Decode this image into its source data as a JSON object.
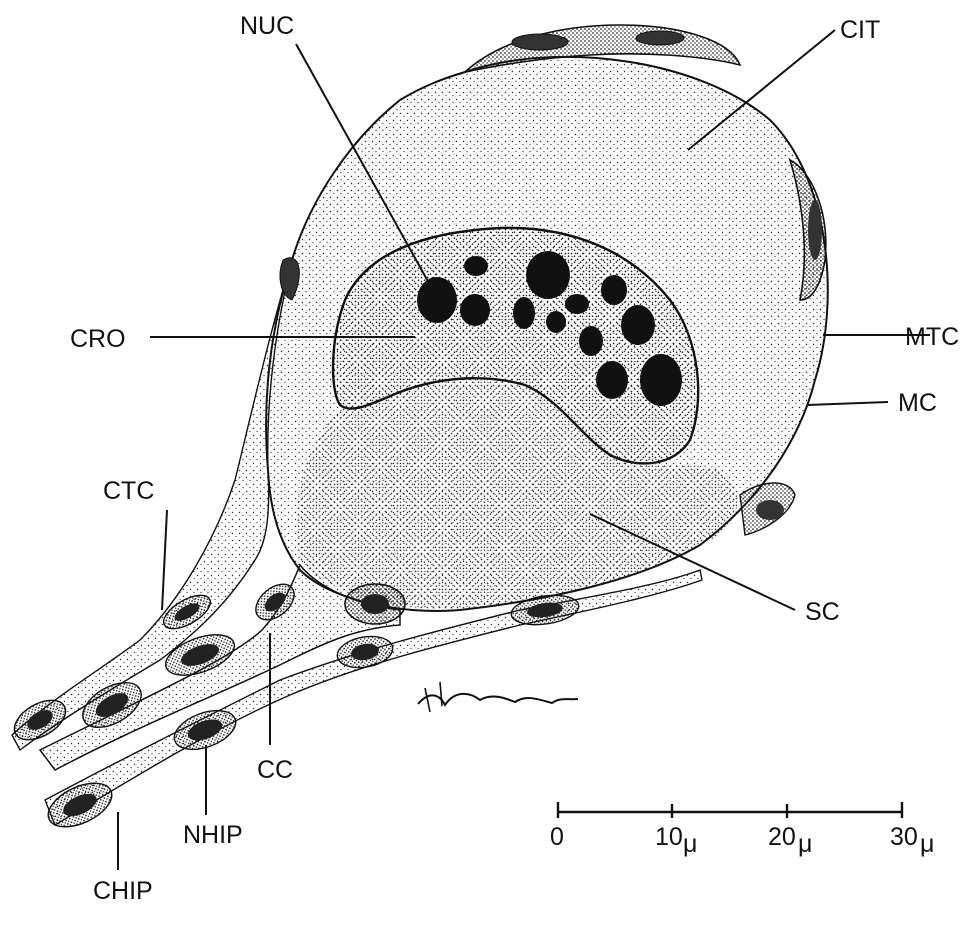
{
  "colors": {
    "ink": "#111111",
    "paper": "#ffffff",
    "stipple": "#2a2a2a"
  },
  "labels": {
    "nuc": "NUC",
    "cit": "CIT",
    "cro": "CRO",
    "mtc": "MTC",
    "mc": "MC",
    "ctc": "CTC",
    "sc": "SC",
    "cc": "CC",
    "nhip": "NHIP",
    "chip": "CHIP"
  },
  "scale_bar": {
    "ticks": [
      "0",
      "10",
      "20",
      "30"
    ],
    "unit": "μ"
  },
  "signature": "DHascomb"
}
